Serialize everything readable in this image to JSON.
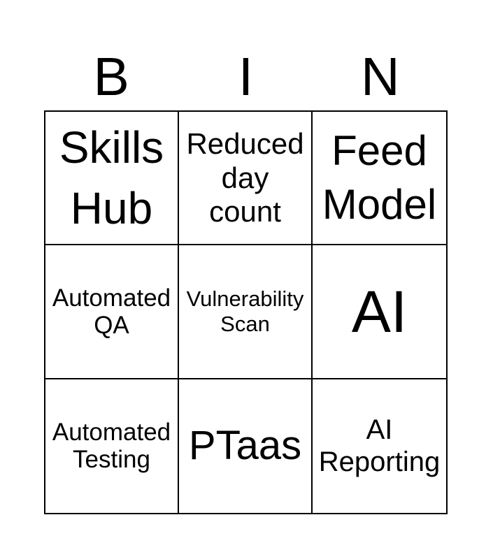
{
  "bingo_card": {
    "header_letters": [
      "B",
      "I",
      "N"
    ],
    "colors": {
      "background": "#ffffff",
      "border": "#000000",
      "text": "#000000"
    },
    "grid": {
      "rows": [
        {
          "cells": [
            {
              "label": "Skills Hub"
            },
            {
              "label": "Reduced day count"
            },
            {
              "label": "Feed Model"
            }
          ]
        },
        {
          "cells": [
            {
              "label": "Automated QA"
            },
            {
              "label": "Vulnerability Scan"
            },
            {
              "label": "AI"
            }
          ]
        },
        {
          "cells": [
            {
              "label": "Automated Testing"
            },
            {
              "label": "PTaas"
            },
            {
              "label": "AI Reporting"
            }
          ]
        }
      ]
    }
  }
}
